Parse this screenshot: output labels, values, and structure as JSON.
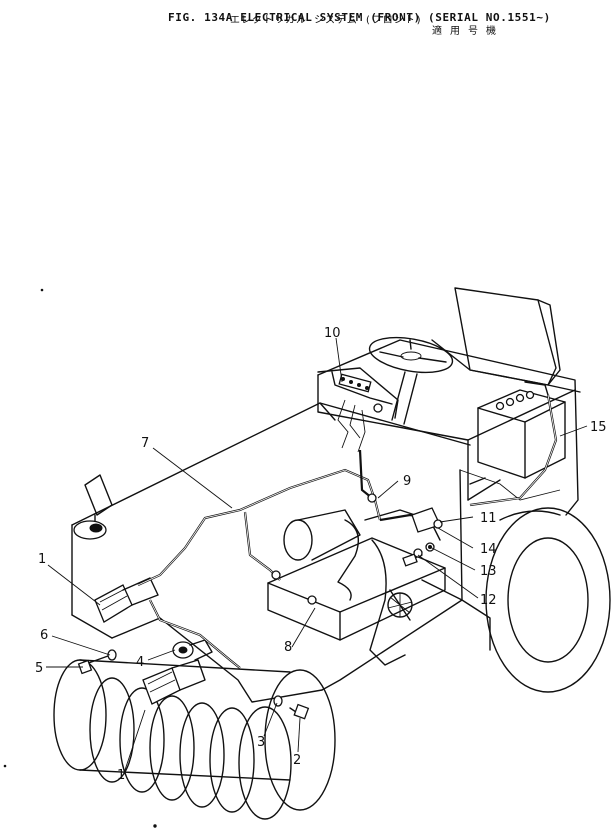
{
  "header": {
    "jp_title": "エレクトリカル システム (フロント)",
    "jp_serial": "適 用 号 機",
    "title": "FIG. 134A ELECTRICAL SYSTEM (FRONT) (SERIAL NO.1551~)"
  },
  "callouts": [
    "1",
    "1",
    "2",
    "3",
    "4",
    "5",
    "6",
    "7",
    "8",
    "9",
    "10",
    "11",
    "12",
    "13",
    "14",
    "15"
  ]
}
